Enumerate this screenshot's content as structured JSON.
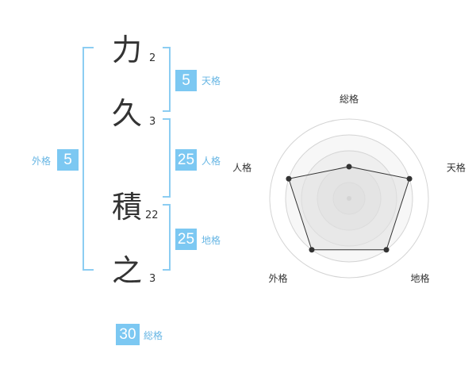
{
  "characters": [
    {
      "char": "力",
      "strokes": "2"
    },
    {
      "char": "久",
      "strokes": "3"
    },
    {
      "char": "積",
      "strokes": "22"
    },
    {
      "char": "之",
      "strokes": "3"
    }
  ],
  "kakusu": {
    "tenkaku": {
      "value": "5",
      "label": "天格"
    },
    "jinkaku": {
      "value": "25",
      "label": "人格"
    },
    "chikaku": {
      "value": "25",
      "label": "地格"
    },
    "gaikaku": {
      "value": "5",
      "label": "外格"
    },
    "soukaku": {
      "value": "30",
      "label": "総格"
    }
  },
  "colors": {
    "accent": "#7cc8f2",
    "bracket": "#8ccdf2",
    "text": "#333333"
  },
  "chart_data": {
    "type": "radar",
    "axes": [
      "総格",
      "天格",
      "地格",
      "外格",
      "人格"
    ],
    "values": [
      2,
      4,
      4,
      4,
      4
    ],
    "max": 5,
    "rings": 5,
    "grid": true
  }
}
